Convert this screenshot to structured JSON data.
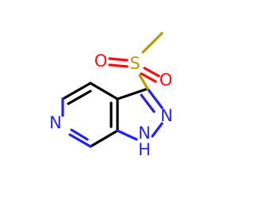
{
  "molecule": {
    "atoms": {
      "N_pyridine": {
        "text": "N",
        "color": "#2323ee"
      },
      "N2": {
        "text": "N",
        "color": "#2323ee"
      },
      "N1H": {
        "text": "N",
        "color": "#2323ee"
      },
      "H": {
        "text": "H",
        "color": "#2323ee"
      },
      "S": {
        "text": "S",
        "color": "#b0a000"
      },
      "O_left": {
        "text": "O",
        "color": "#ff0d0d"
      },
      "O_right": {
        "text": "O",
        "color": "#ff0d0d"
      }
    }
  }
}
